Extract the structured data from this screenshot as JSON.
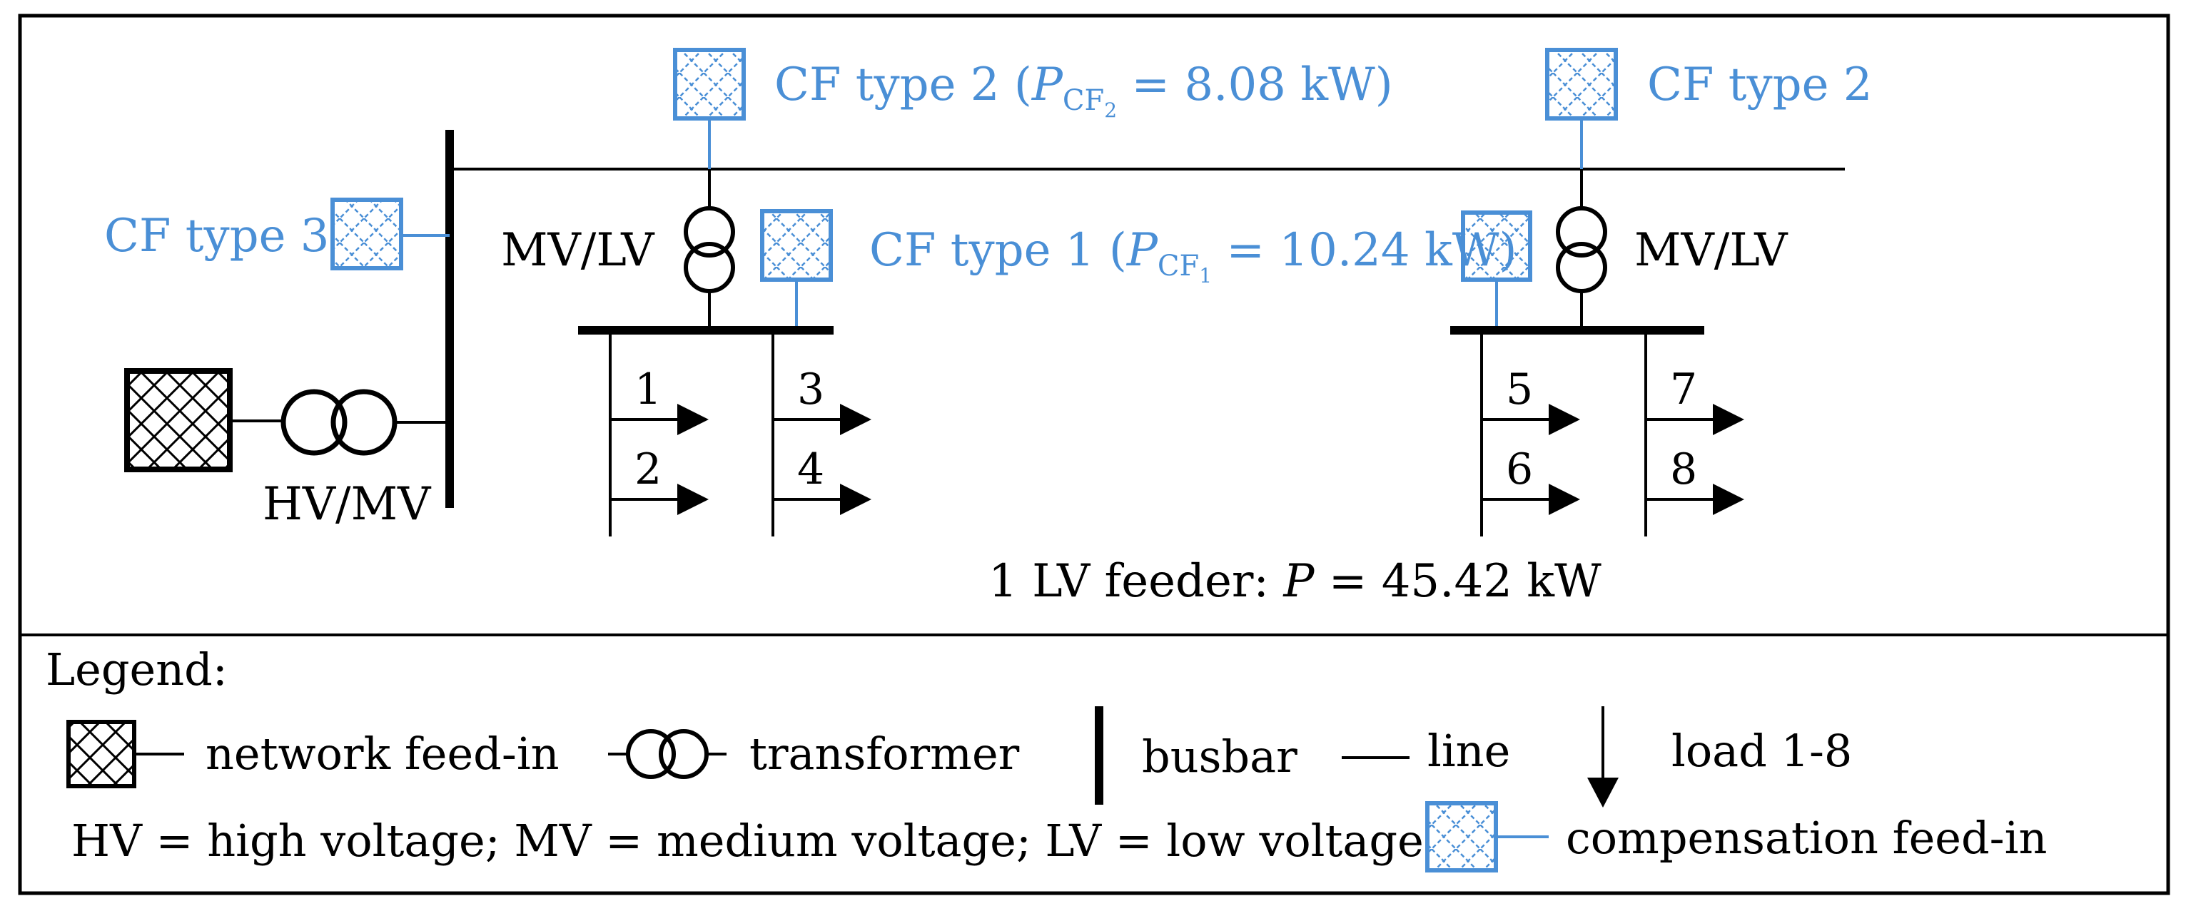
{
  "diagram": {
    "labels": {
      "cf_type3": "CF type 3",
      "cf_type2_prefix": "CF type 2 (",
      "cf_type2_p": "P",
      "cf_type2_sub": "CF",
      "cf_type2_subsub": "2",
      "cf_type2_value": " = 8.08 kW)",
      "cf_type2_right": "CF type 2",
      "cf_type1_prefix": "CF type 1 (",
      "cf_type1_p": "P",
      "cf_type1_sub": "CF",
      "cf_type1_subsub": "1",
      "cf_type1_value": " = 10.24 kW)",
      "mvlv_left": "MV/LV",
      "mvlv_right": "MV/LV",
      "hvmv": "HV/MV",
      "feeder_prefix": "1 LV feeder: ",
      "feeder_p": "P",
      "feeder_value": " = 45.42 kW"
    },
    "loads": [
      "1",
      "2",
      "3",
      "4",
      "5",
      "6",
      "7",
      "8"
    ]
  },
  "legend": {
    "title": "Legend:",
    "network_feedin": "network feed-in",
    "transformer": "transformer",
    "busbar": "busbar",
    "line": "line",
    "load": "load 1-8",
    "voltage_note": "HV = high voltage; MV = medium voltage; LV = low voltage",
    "compensation": "compensation feed-in"
  },
  "colors": {
    "cf_blue": "#4a8fd6",
    "ink": "#000000",
    "background": "#ffffff"
  },
  "icons": {
    "feed_in": "crosshatch-box-icon",
    "transformer": "two-circle-transformer-icon",
    "load": "arrow-icon"
  }
}
